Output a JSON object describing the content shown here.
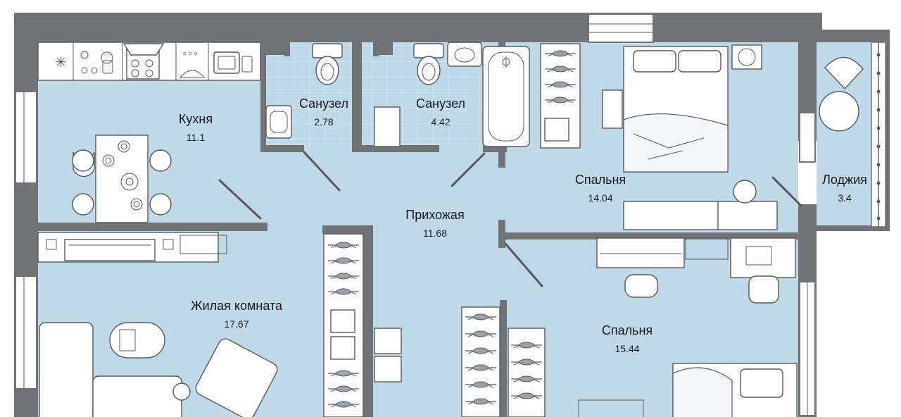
{
  "rooms": {
    "kitchen": {
      "name": "Кухня",
      "area": "11.1"
    },
    "bath1": {
      "name": "Санузел",
      "area": "2.78"
    },
    "bath2": {
      "name": "Санузел",
      "area": "4.42"
    },
    "hall": {
      "name": "Прихожая",
      "area": "11.68"
    },
    "bedroom1": {
      "name": "Спальня",
      "area": "14.04"
    },
    "loggia": {
      "name": "Лоджия",
      "area": "3.4"
    },
    "living": {
      "name": "Жилая комната",
      "area": "17.67"
    },
    "bedroom2": {
      "name": "Спальня",
      "area": "15.44"
    }
  },
  "colors": {
    "floor": "#bfd9e8",
    "wall": "#707477",
    "tile_grid": "#d5e7f2",
    "furniture_stroke": "#55595c"
  }
}
